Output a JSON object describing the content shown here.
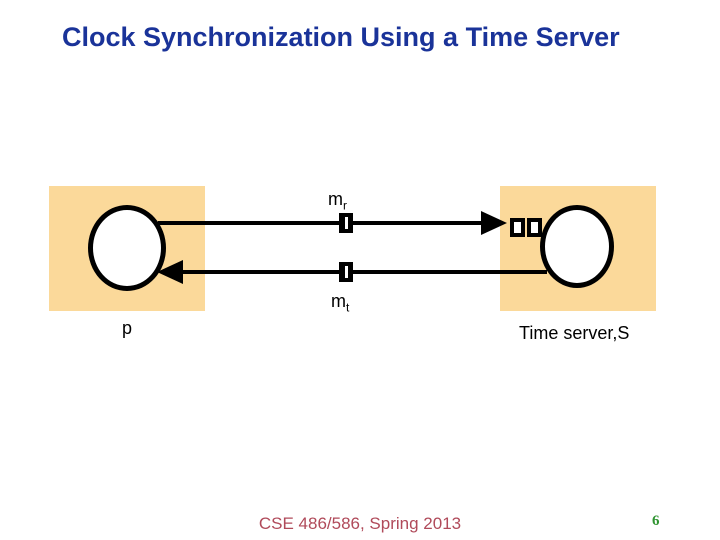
{
  "slide": {
    "title": "Clock Synchronization Using a Time Server",
    "footer_text": "CSE 486/586, Spring 2013",
    "page_number": "6"
  },
  "diagram": {
    "process_label": "p",
    "server_label": "Time server,S",
    "message_request": {
      "base": "m",
      "subscript": "r"
    },
    "message_reply": {
      "base": "m",
      "subscript": "t"
    }
  },
  "colors": {
    "title": "#1A3399",
    "footer": "#B04A5A",
    "page_number": "#2F9431",
    "node_background": "#FBD99A",
    "diagram_ink": "#000000"
  }
}
